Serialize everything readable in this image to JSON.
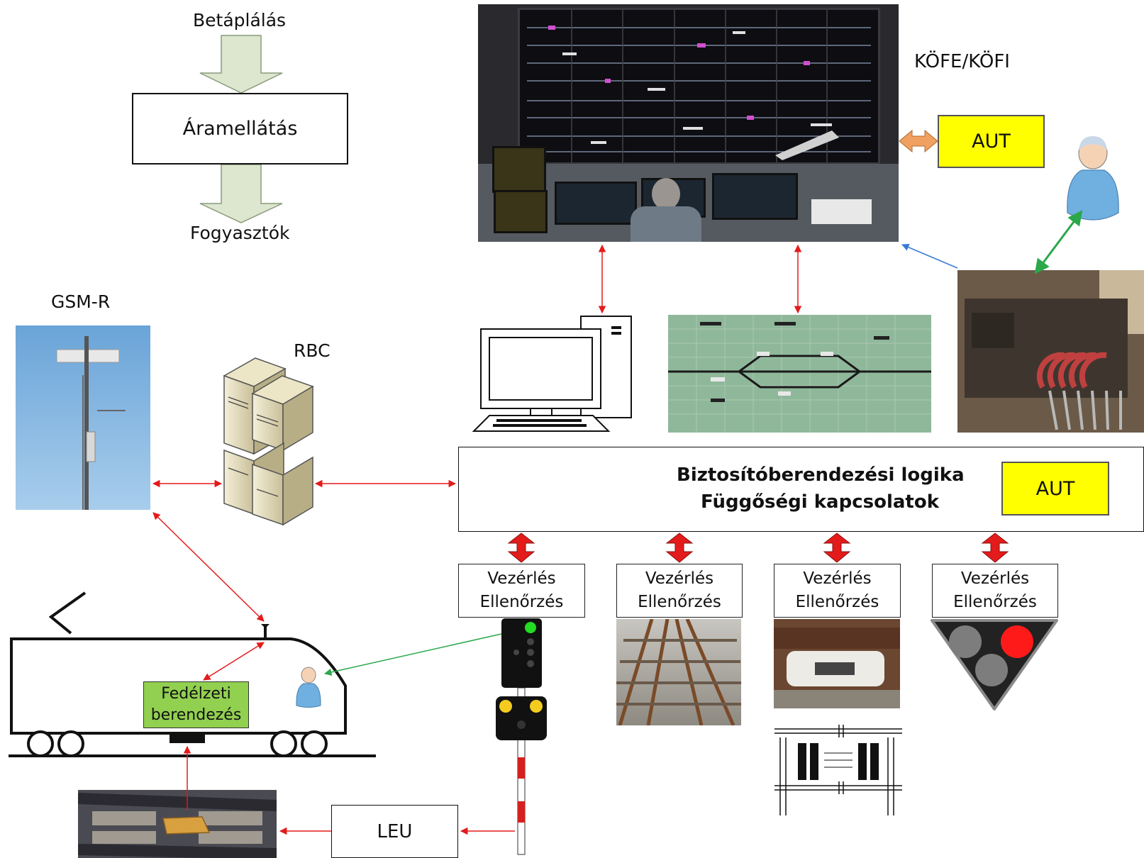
{
  "power": {
    "input_label": "Betáplálás",
    "box_label": "Áramellátás",
    "output_label": "Fogyasztók"
  },
  "control_center": {
    "label": "KÖFE/KÖFI",
    "aut_label": "AUT"
  },
  "gsm": {
    "label": "GSM-R"
  },
  "rbc": {
    "label": "RBC"
  },
  "logic": {
    "line1": "Biztosítóberendezési logika",
    "line2": "Függőségi kapcsolatok",
    "aut_label": "AUT"
  },
  "control_boxes": [
    {
      "line1": "Vezérlés",
      "line2": "Ellenőrzés"
    },
    {
      "line1": "Vezérlés",
      "line2": "Ellenőrzés"
    },
    {
      "line1": "Vezérlés",
      "line2": "Ellenőrzés"
    },
    {
      "line1": "Vezérlés",
      "line2": "Ellenőrzés"
    }
  ],
  "train": {
    "onboard_line1": "Fedélzeti",
    "onboard_line2": "berendezés"
  },
  "leu": {
    "label": "LEU"
  },
  "colors": {
    "arrow_red": "#e31b1b",
    "arrow_green": "#2aa84a",
    "arrow_blue": "#3a7bd5",
    "arrow_orange": "#f0a060",
    "aut_yellow": "#ffff00",
    "onboard_green": "#92d050",
    "power_arrow_fill": "#dde6cf"
  }
}
